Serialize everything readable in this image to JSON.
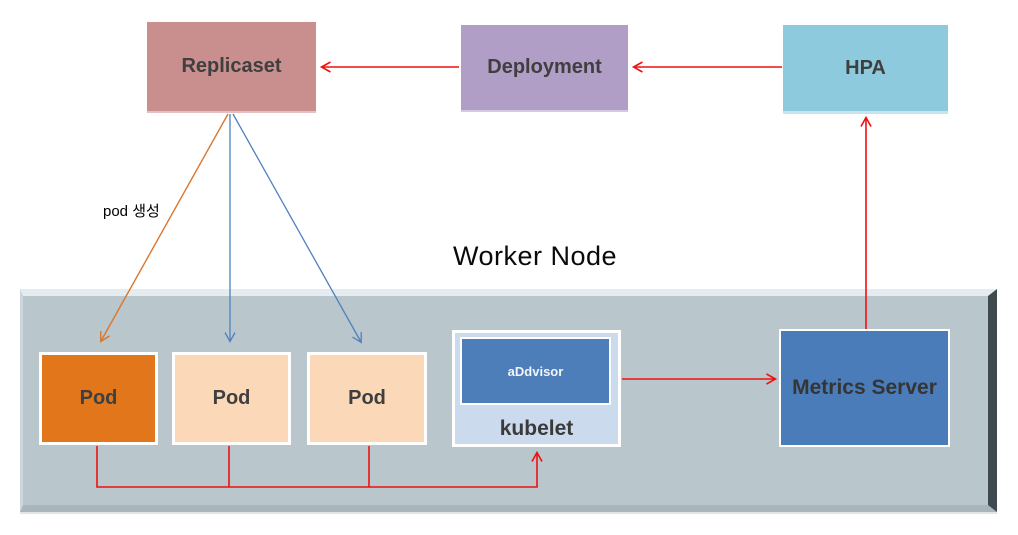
{
  "worker_node": {
    "label": "Worker Node",
    "bg": "#b9c6cc"
  },
  "nodes": {
    "replicaset": {
      "label": "Replicaset",
      "bg": "#c98e8e"
    },
    "deployment": {
      "label": "Deployment",
      "bg": "#b19ec6"
    },
    "hpa": {
      "label": "HPA",
      "bg": "#8ecadd"
    },
    "pod1": {
      "label": "Pod",
      "bg": "#e2761b"
    },
    "pod2": {
      "label": "Pod",
      "bg": "#fbd8b8"
    },
    "pod3": {
      "label": "Pod",
      "bg": "#fbd8b8"
    },
    "kubelet": {
      "label": "kubelet",
      "bg": "#ccdaee"
    },
    "cadvisor": {
      "label": "aDdvisor",
      "bg": "#4d7eba"
    },
    "metrics_server": {
      "label": "Metrics Server",
      "bg": "#4a7cba"
    }
  },
  "annotations": {
    "pod_creation_label": "pod 생성"
  },
  "colors": {
    "arrow_red": "#ee1111",
    "arrow_orange": "#d9772e",
    "arrow_blue": "#4f81bd",
    "panel_bevel_light": "#e4ecef",
    "panel_bevel_dark": "#40494d",
    "label_text": "#3f3f3f"
  }
}
